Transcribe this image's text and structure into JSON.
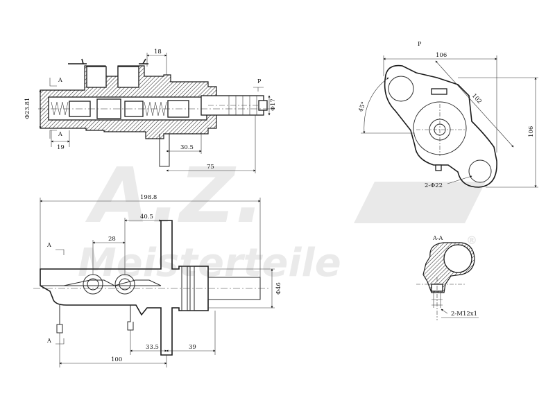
{
  "watermark": {
    "line1": "A.Z.",
    "line2": "Meisterteile",
    "registered": "®"
  },
  "section_view": {
    "dims": {
      "d_18": "18",
      "d_23_81": "Φ23.81",
      "d_19": "19",
      "d_30_5": "30.5",
      "d_75": "75",
      "d_17": "Φ17"
    },
    "section_marks": {
      "a_top": "A",
      "a_bottom": "A",
      "p": "P"
    }
  },
  "flange_view": {
    "label_p": "P",
    "dims": {
      "d_106_top": "106",
      "d_102": "102",
      "d_45": "45°",
      "d_106_side": "106",
      "d_22": "2-Φ22"
    }
  },
  "side_view": {
    "dims": {
      "d_198_8": "198.8",
      "d_40_5": "40.5",
      "d_28": "28",
      "d_46": "Φ46",
      "d_33_5": "33.5",
      "d_39": "39",
      "d_100": "100"
    },
    "section_marks": {
      "a_top": "A",
      "a_bottom": "A"
    }
  },
  "detail_view": {
    "title": "A-A",
    "thread": "2-M12x1"
  }
}
